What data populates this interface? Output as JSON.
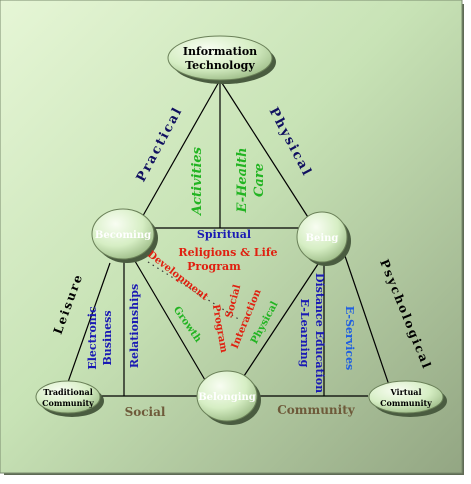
{
  "nodes": {
    "info_tech": {
      "line1": "Information",
      "line2": "Technology"
    },
    "becoming": "Becoming",
    "being": "Being",
    "belonging": "Belonging",
    "traditional": {
      "line1": "Traditional",
      "line2": "Community"
    },
    "virtual": {
      "line1": "Virtual",
      "line2": "Community"
    }
  },
  "edges": {
    "practical": "Practical",
    "physical": "Physical",
    "leisure": "Leisure",
    "psychological": "Psychological",
    "social": "Social",
    "community": "Community"
  },
  "labels": {
    "activities": "Activities",
    "ehealth": {
      "line1": "E-Health",
      "line2": "Care"
    },
    "spiritual": "Spiritual",
    "religions": {
      "line1": "Religions & Life",
      "line2": "Program"
    },
    "development": "Development",
    "program": "Program",
    "growth": "Growth",
    "social_interaction": {
      "line1": "Social",
      "line2": "Interaction"
    },
    "physical_inner": "Physical",
    "electronic_business": {
      "line1": "Electronic",
      "line2": "Business"
    },
    "relationships": "Relationships",
    "distance_education": {
      "line1": "Distance Education",
      "line2": "E-Learning"
    },
    "eservices": "E-Services"
  },
  "colors": {
    "blue": "#1a1ab4",
    "red": "#e02010",
    "green": "#22b422",
    "navy": "#101060",
    "brown": "#6e5a3a",
    "bright_blue": "#2060e0",
    "white": "#ffffff"
  }
}
